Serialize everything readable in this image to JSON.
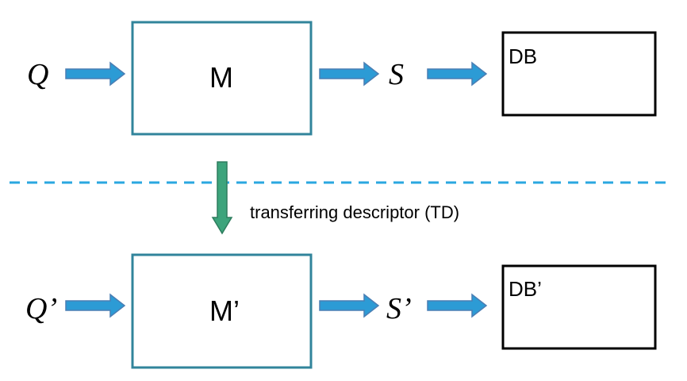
{
  "top_row": {
    "input": "Q",
    "module": "M",
    "output": "S",
    "database": "DB"
  },
  "bottom_row": {
    "input": "Q’",
    "module": "M’",
    "output": "S’",
    "database": "DB’"
  },
  "transfer_label": "transferring descriptor (TD)",
  "colors": {
    "flow_arrow": "#2C9BD5",
    "flow_arrow_outline": "#4A7EB4",
    "module_border": "#31849B",
    "divider": "#2AA7E0",
    "transfer_arrow": "#3DA47C",
    "transfer_arrow_outline": "#2E7D5E",
    "database_border": "#000000"
  }
}
